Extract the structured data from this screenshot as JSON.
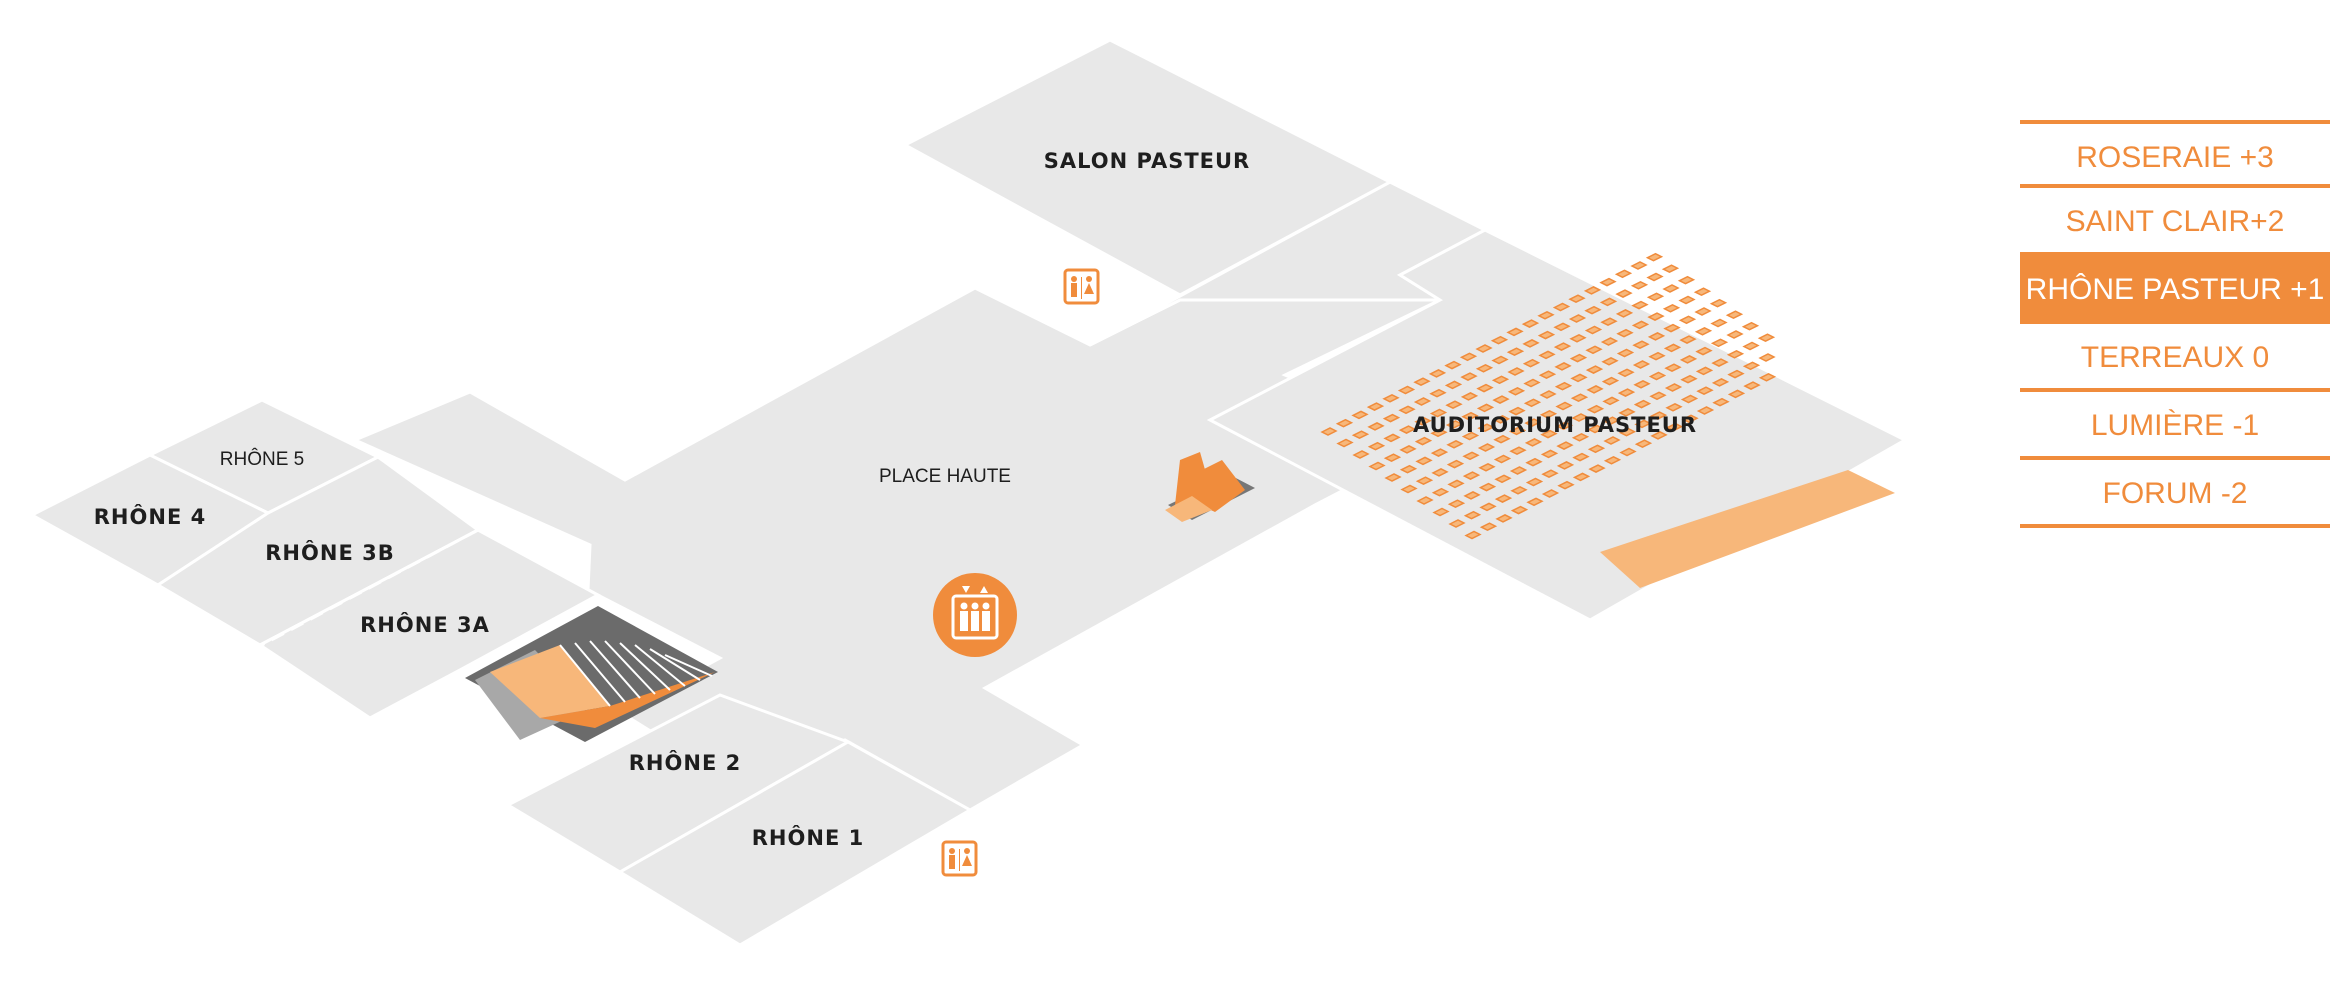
{
  "map": {
    "rooms": {
      "salon_pasteur": "SALON PASTEUR",
      "place_haute": "PLACE HAUTE",
      "auditorium_pasteur": "AUDITORIUM PASTEUR",
      "rhone_5": "RHÔNE 5",
      "rhone_4": "RHÔNE 4",
      "rhone_3b": "RHÔNE 3B",
      "rhone_3a": "RHÔNE 3A",
      "rhone_2": "RHÔNE 2",
      "rhone_1": "RHÔNE 1"
    },
    "icons": [
      "restroom-icon",
      "elevator-icon",
      "escalator-icon",
      "stairs-icon",
      "auditorium-seats-icon"
    ],
    "colors": {
      "accent": "#f08c3c",
      "accent_light": "#f7b77a",
      "floor": "#e8e8e8",
      "dark": "#6b6b6b"
    }
  },
  "levels": [
    {
      "label": "ROSERAIE +3",
      "active": false
    },
    {
      "label": "SAINT CLAIR+2",
      "active": false
    },
    {
      "label": "RHÔNE PASTEUR +1",
      "active": true
    },
    {
      "label": "TERREAUX 0",
      "active": false
    },
    {
      "label": "LUMIÈRE -1",
      "active": false
    },
    {
      "label": "FORUM -2",
      "active": false
    }
  ]
}
